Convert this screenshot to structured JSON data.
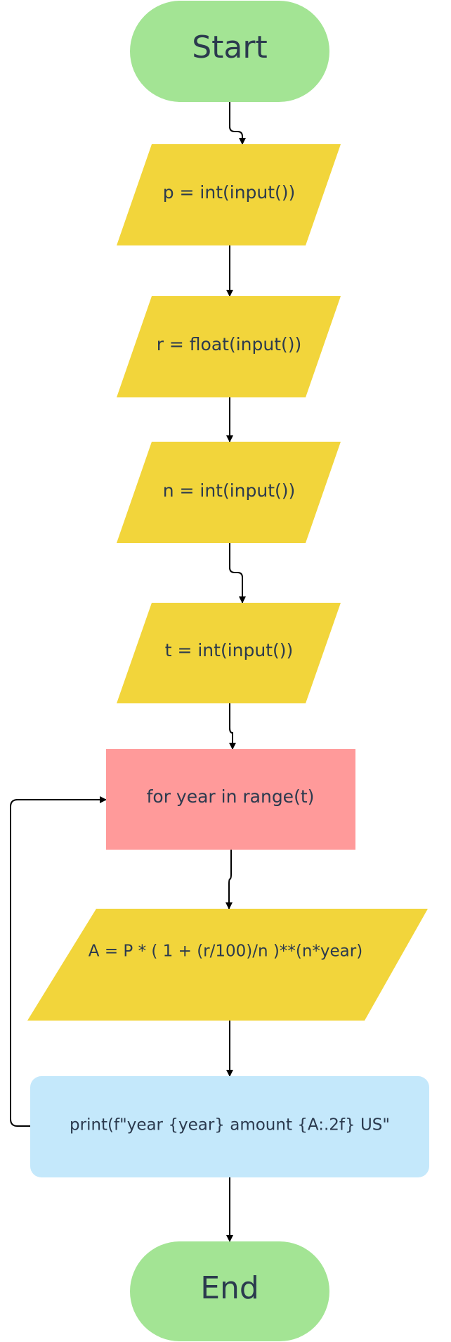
{
  "colors": {
    "terminal": "#a3e494",
    "io": "#f2d53b",
    "loop": "#ff9a9a",
    "process": "#c4e8fb",
    "text": "#2b3a4e",
    "edge": "#000000"
  },
  "nodes": {
    "start": "Start",
    "input_p": "p = int(input())",
    "input_r": "r = float(input())",
    "input_n": "n = int(input())",
    "input_t": "t = int(input())",
    "loop": "for year in range(t)",
    "compute": "A = P * ( 1 +  (r/100)/n )**(n*year)",
    "print": "print(f\"year {year} amount {A:.2f} US\"",
    "end": "End"
  }
}
